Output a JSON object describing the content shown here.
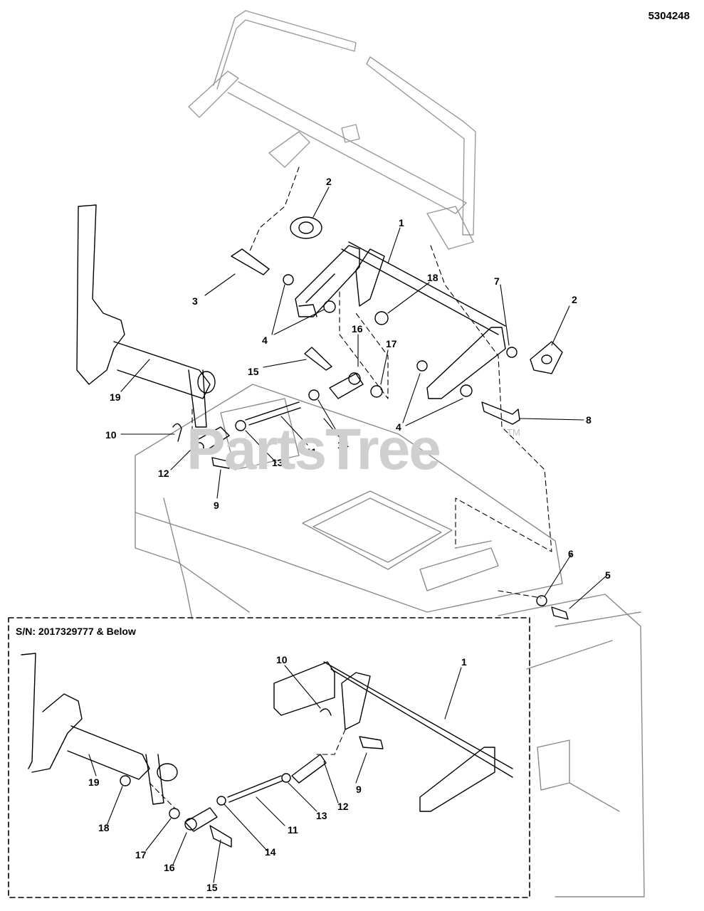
{
  "drawing_number": "5304248",
  "watermark": "PartsTree",
  "watermark_tm": "TM",
  "inset": {
    "title": "S/N: 2017329777  & Below"
  },
  "callouts_main": [
    "2",
    "1",
    "18",
    "3",
    "4",
    "7",
    "2",
    "16",
    "17",
    "15",
    "19",
    "4",
    "8",
    "10",
    "11",
    "14",
    "13",
    "12",
    "9",
    "6",
    "5"
  ],
  "callouts_inset": [
    "10",
    "1",
    "19",
    "9",
    "12",
    "13",
    "18",
    "11",
    "17",
    "14",
    "16",
    "15"
  ]
}
